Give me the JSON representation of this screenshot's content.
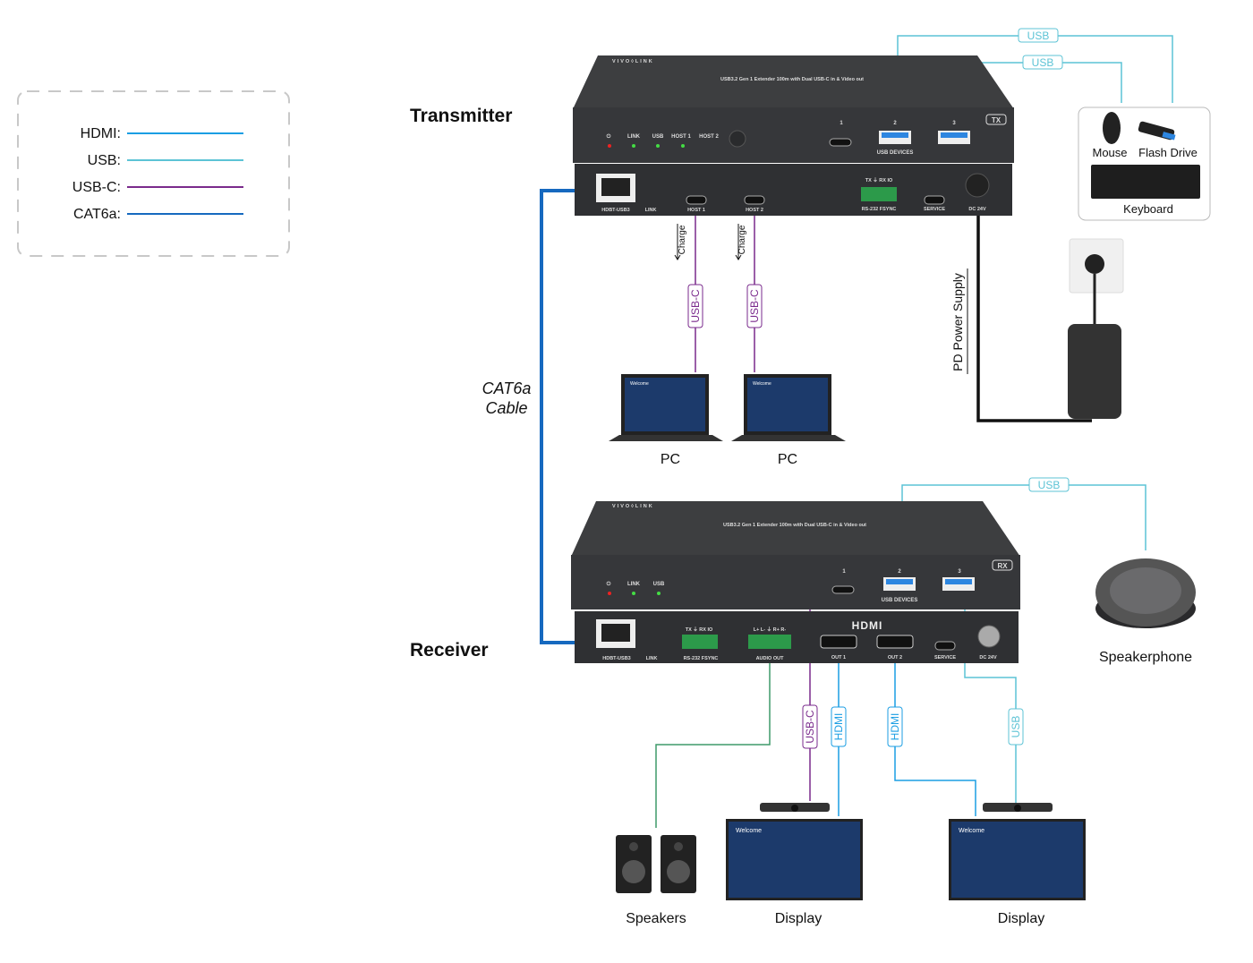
{
  "legend": {
    "items": [
      {
        "label": "HDMI:",
        "color": "#1b9ee3"
      },
      {
        "label": "USB:",
        "color": "#5cc3d5"
      },
      {
        "label": "USB-C:",
        "color": "#7a2a8c"
      },
      {
        "label": "CAT6a:",
        "color": "#1669bf"
      }
    ]
  },
  "colors": {
    "hdmi": "#1b9ee3",
    "usb": "#5cc3d5",
    "usbc": "#7a2a8c",
    "cat6a": "#1669bf",
    "audio": "#3f9a6a",
    "power": "#111111",
    "device": "#3a3b3d"
  },
  "transmitter": {
    "title": "Transmitter",
    "brand": "VIVO◊LINK",
    "product_line": "USB3.2 Gen 1 Extender 100m with Dual USB-C in & Video out",
    "badge": "TX",
    "front": {
      "leds": [
        "⏻",
        "LINK",
        "USB",
        "HOST 1",
        "HOST 2"
      ],
      "ports": [
        "1",
        "2",
        "3"
      ],
      "ports_label": "USB DEVICES"
    },
    "rear": {
      "ports": [
        "HDBT-USB3",
        "LINK",
        "HOST 1",
        "HOST 2",
        "RS-232 FSYNC",
        "SERVICE",
        "DC 24V"
      ],
      "rs232_pins": "TX ⏚ RX IO"
    }
  },
  "receiver": {
    "title": "Receiver",
    "brand": "VIVO◊LINK",
    "product_line": "USB3.2 Gen 1 Extender 100m with Dual USB-C in & Video out",
    "badge": "RX",
    "front": {
      "leds": [
        "⏻",
        "LINK",
        "USB"
      ],
      "ports": [
        "1",
        "2",
        "3"
      ],
      "ports_label": "USB DEVICES"
    },
    "rear": {
      "ports": [
        "HDBT-USB3",
        "LINK",
        "RS-232 FSYNC",
        "AUDIO OUT",
        "OUT 1",
        "OUT 2",
        "SERVICE",
        "DC 24V"
      ],
      "rs232_pins": "TX ⏚ RX IO",
      "audio_pins": "L+ L- ⏚ R+ R-",
      "hdmi_logo": "HDMI"
    }
  },
  "cable": {
    "line1": "CAT6a",
    "line2": "Cable"
  },
  "connections": {
    "usb": "USB",
    "usbc": "USB-C",
    "hdmi": "HDMI",
    "charge": "Charge",
    "power": "PD Power Supply"
  },
  "devices": {
    "mouse": "Mouse",
    "flash_drive": "Flash Drive",
    "keyboard": "Keyboard",
    "pc1": "PC",
    "pc2": "PC",
    "speakerphone": "Speakerphone",
    "speakers": "Speakers",
    "display1": "Display",
    "display2": "Display",
    "screen_welcome": "Welcome"
  }
}
